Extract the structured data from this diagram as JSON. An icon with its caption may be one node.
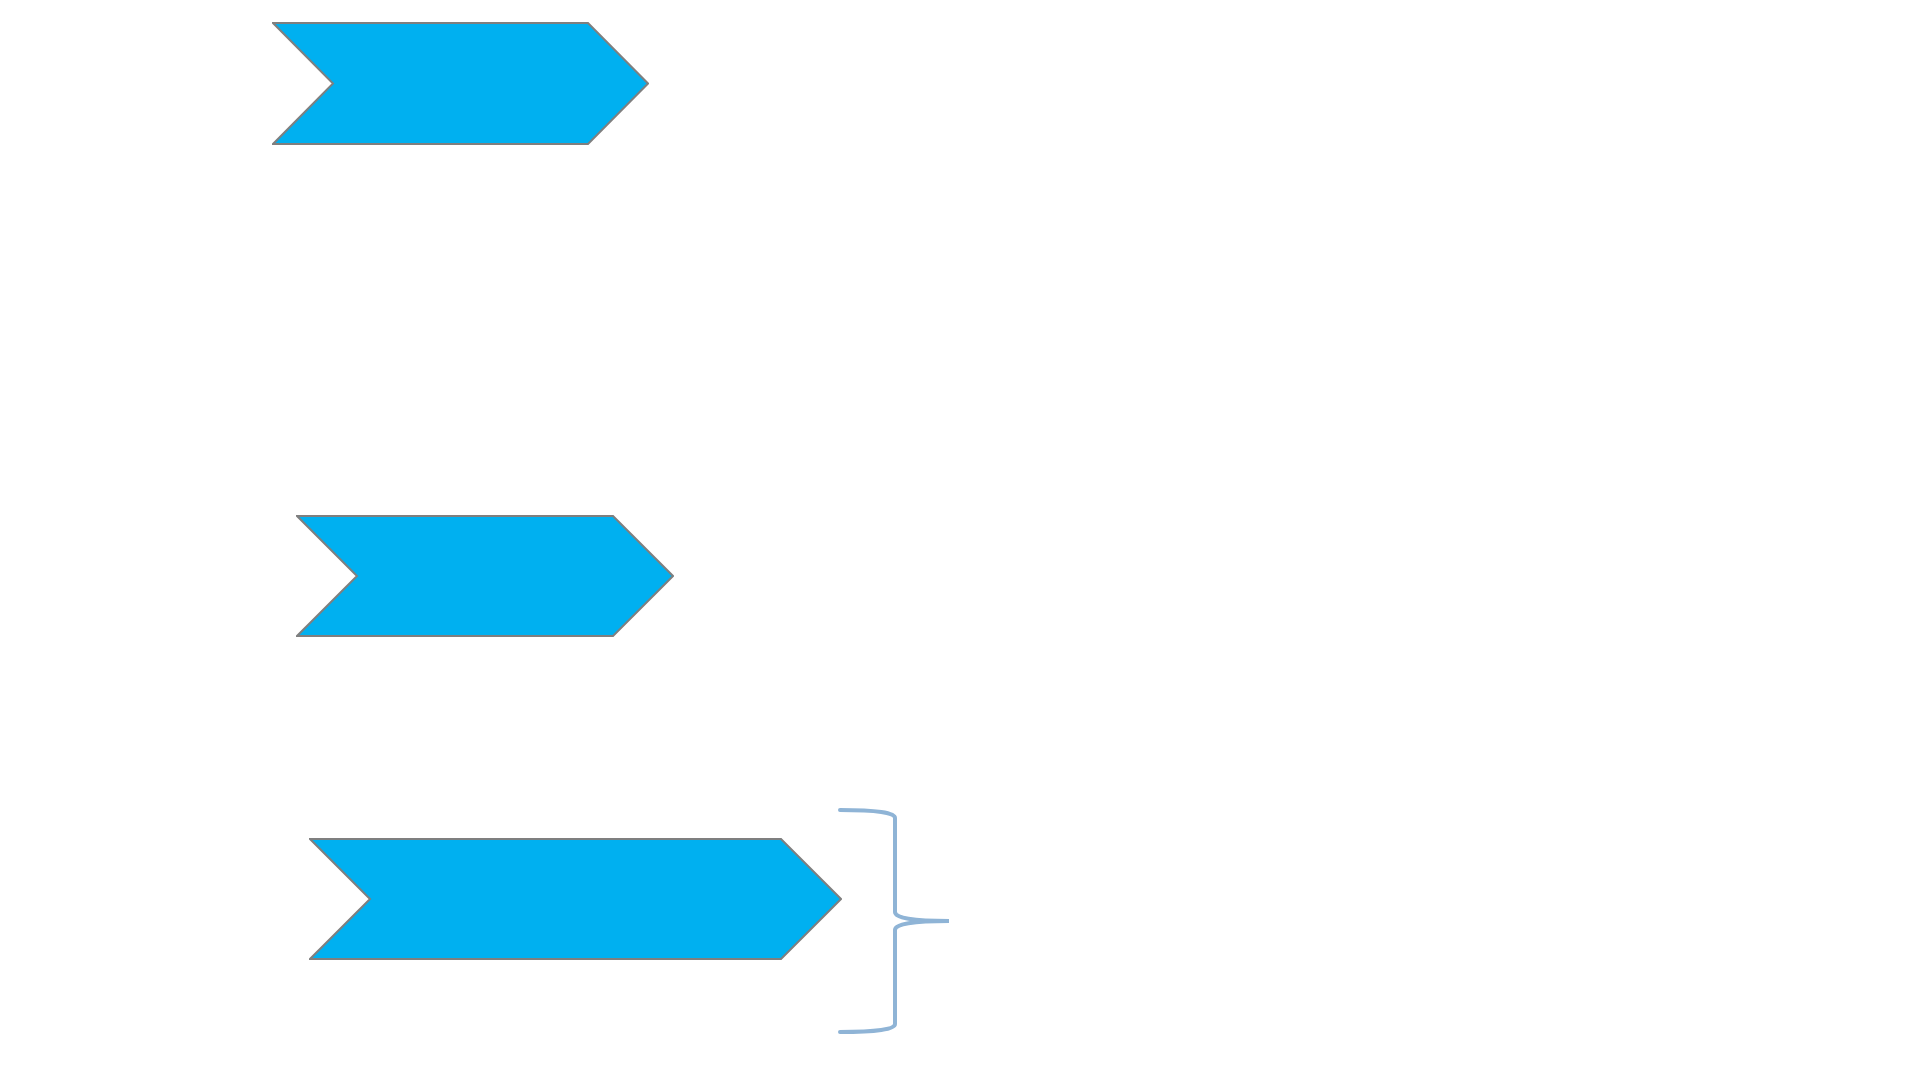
{
  "diagram": {
    "nodes": [
      {
        "text": [],
        "shape": "chevron"
      },
      {
        "text": [],
        "shape": "chevron"
      },
      {
        "text": [],
        "shape": "chevron"
      }
    ]
  }
}
